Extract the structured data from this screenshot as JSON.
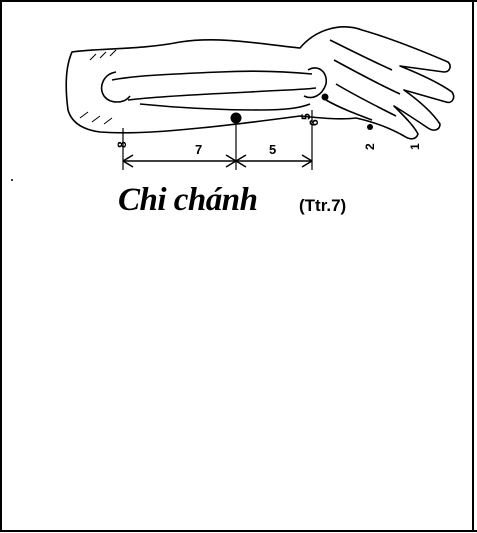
{
  "figure": {
    "title": "Chi chánh",
    "subtitle": "(Ttr.7)",
    "segment_labels": [
      "7",
      "5"
    ],
    "point_numbers": [
      "8",
      "6",
      "5",
      "2",
      "1"
    ]
  }
}
